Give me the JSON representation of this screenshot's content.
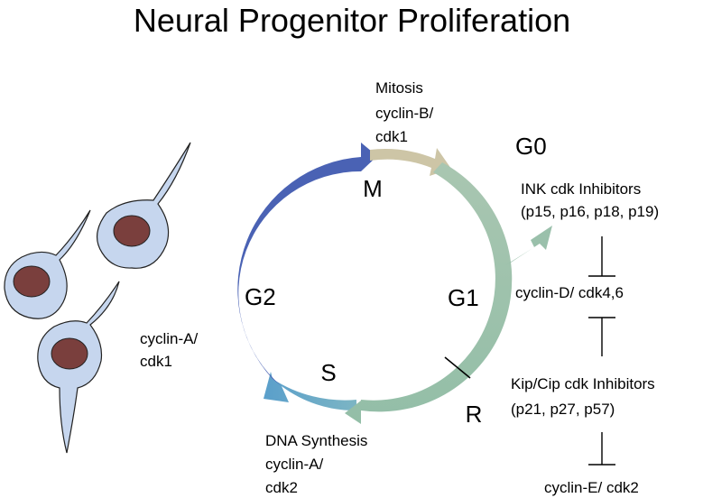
{
  "title": "Neural Progenitor Proliferation",
  "colors": {
    "g2_arrow": "#4a62b4",
    "mitosis_arrow": "#cdc5a6",
    "g1_arrow": "#9ac0ab",
    "s_arrow": "#63a7c6",
    "cell_body": "#c6d6ee",
    "nucleus": "#7a3f3d"
  },
  "phases": {
    "m": "M",
    "g0": "G0",
    "g1": "G1",
    "g2": "G2",
    "s": "S",
    "r": "R"
  },
  "mitosis_label": [
    "Mitosis",
    "cyclin-B/",
    "cdk1"
  ],
  "g2_label": [
    "cyclin-A/",
    "cdk1"
  ],
  "s_label": [
    "DNA Synthesis",
    "cyclin-A/",
    "cdk2"
  ],
  "regulators": {
    "ink_line1": "INK cdk Inhibitors",
    "ink_line2": "(p15, p16, p18, p19)",
    "cyclin_d": "cyclin-D/ cdk4,6",
    "kip_line1": "Kip/Cip cdk Inhibitors",
    "kip_line2": "(p21, p27, p57)",
    "cyclin_e": "cyclin-E/ cdk2"
  }
}
